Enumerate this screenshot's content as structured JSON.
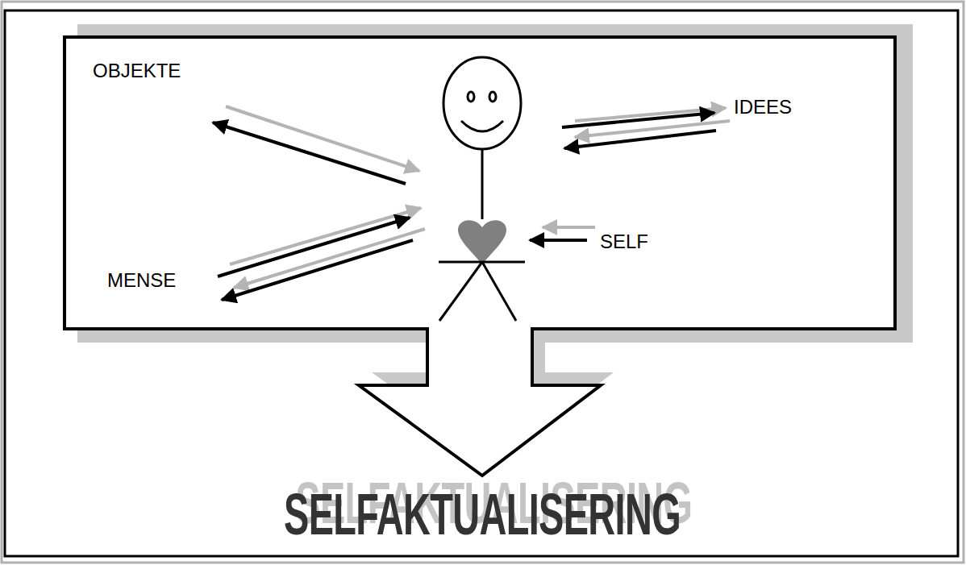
{
  "diagram": {
    "labels": [
      "OBJEKTE",
      "IDEES",
      "SELF",
      "MENSE",
      "SELFAKTUALISERING"
    ]
  }
}
